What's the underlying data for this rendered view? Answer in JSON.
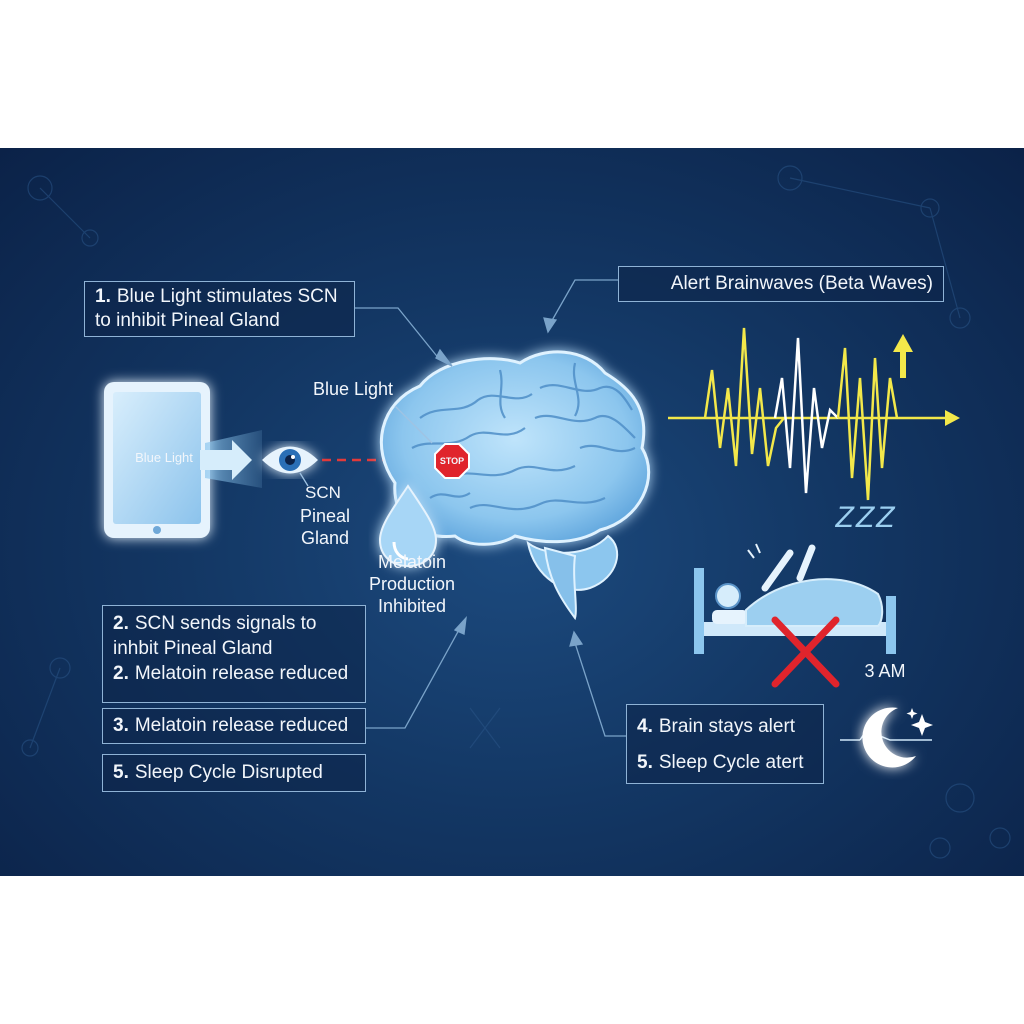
{
  "steps_left": [
    {
      "num": "1.",
      "line1": "Blue Light stimulates SCN",
      "line2": "to inhibit Pineal Gland"
    },
    {
      "num": "2.",
      "line1": "SCN sends signals to",
      "line2": "inhbit Pineal Gland"
    },
    {
      "num": "2.",
      "line1": "Melatoin release reduced"
    },
    {
      "num": "3.",
      "line1": "Melatoin release reduced"
    },
    {
      "num": "5.",
      "line1": "Sleep Cycle Disrupted"
    }
  ],
  "steps_right": [
    {
      "num": "4.",
      "line1": "Brain stays alert"
    },
    {
      "num": "5.",
      "line1": "Sleep Cycle atert"
    }
  ],
  "labels": {
    "tablet_text": "Blue Light",
    "blue_light": "Blue Light",
    "scn": "SCN",
    "pineal_1": "Pineal",
    "pineal_2": "Gland",
    "melatonin_1": "Melatoin",
    "melatonin_2": "Production",
    "melatonin_3": "Inhibited",
    "stop_sign": "STOP",
    "brainwaves_title": "Alert Brainwaves (Beta Waves)",
    "sleep_z": "ZZZ",
    "time": "3 AM"
  },
  "colors": {
    "panel_bg": "#133764",
    "brain": "#9ccff0",
    "wave_yellow": "#f3e84a",
    "wave_white": "#ffffff",
    "stop_red": "#e0242c",
    "cross_red": "#e0242c",
    "arrow_red": "#e23a3a"
  }
}
